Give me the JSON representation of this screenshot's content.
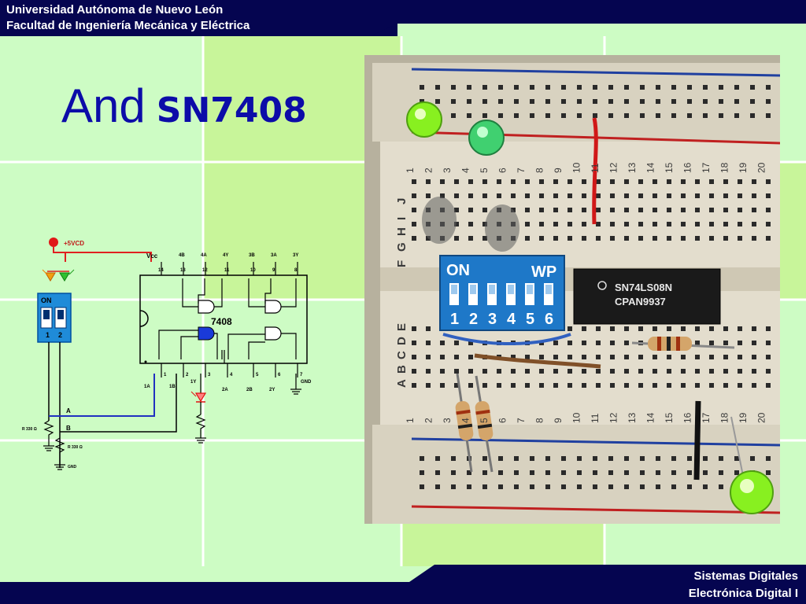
{
  "header": {
    "line1": "Universidad Autónoma de Nuevo León",
    "line2": "Facultad de Ingeniería Mecánica y Eléctrica"
  },
  "title": {
    "word": "And",
    "part": "SN7408"
  },
  "footer": {
    "line1": "Sistemas Digitales",
    "line2": "Electrónica Digital I"
  },
  "schematic": {
    "supply": "+5VCD",
    "vcc": "Vcc",
    "chip": "7408",
    "switch_on": "ON",
    "switch_n1": "1",
    "switch_n2": "2",
    "top_pins": [
      "14",
      "13",
      "12",
      "11",
      "10",
      "9",
      "8"
    ],
    "top_names": [
      "4B",
      "4A",
      "4Y",
      "3B",
      "3A",
      "3Y"
    ],
    "bottom_pins": [
      "1",
      "2",
      "3",
      "4",
      "5",
      "6",
      "7"
    ],
    "bottom_names": [
      "1A",
      "1B",
      "1Y",
      "2A",
      "2B",
      "2Y",
      "GND"
    ],
    "wire_a": "A",
    "wire_b": "B",
    "r1": "R 330 Ω",
    "r2": "R 330 Ω",
    "gnd": "GND"
  },
  "photo": {
    "dip_on": "ON",
    "dip_wp": "WP",
    "dip_numbers": [
      "1",
      "2",
      "3",
      "4",
      "5",
      "6"
    ],
    "chip_line1": "SN74LS08N",
    "chip_line2": "CPAN9937",
    "row_letters_lower": [
      "A",
      "B",
      "C",
      "D",
      "E"
    ],
    "row_letters_upper": [
      "F",
      "G",
      "H",
      "I",
      "J"
    ],
    "col_numbers": [
      "1",
      "2",
      "3",
      "4",
      "5",
      "6",
      "7",
      "8",
      "9",
      "10",
      "11",
      "12",
      "13",
      "14",
      "15",
      "16",
      "17",
      "18",
      "19",
      "20"
    ]
  },
  "colors": {
    "header_bg": "#050550",
    "title": "#0c0ca8",
    "slide_bg": "#cdfcc4",
    "panel_highlight": "#c8f59a",
    "wire_red": "#e02020",
    "wire_blue": "#2030c0"
  }
}
